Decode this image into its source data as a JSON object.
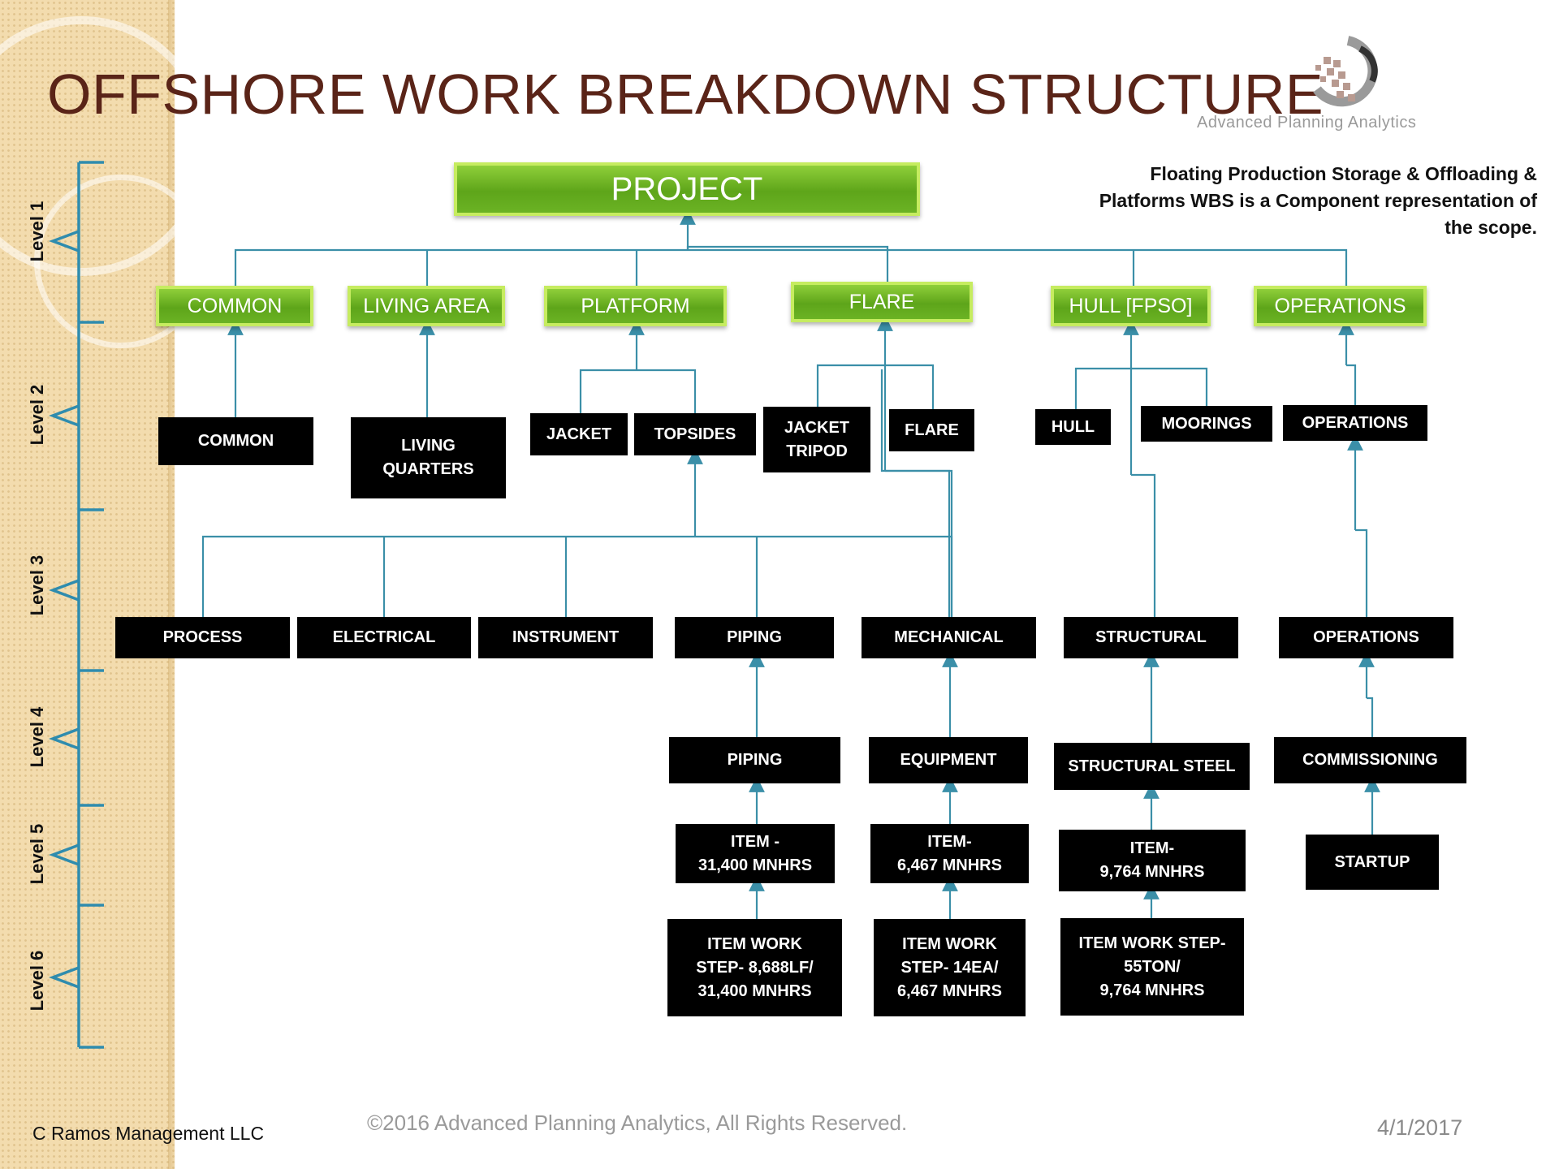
{
  "title": "OFFSHORE WORK BREAKDOWN STRUCTURE",
  "logo_text": "Advanced Planning Analytics",
  "note_lines": [
    "Floating Production Storage & Offloading &",
    "Platforms WBS is a Component representation of",
    "the scope."
  ],
  "levels": [
    "Level 1",
    "Level 2",
    "Level 3",
    "Level 4",
    "Level 5",
    "Level 6"
  ],
  "project": "PROJECT",
  "level2": [
    "COMMON",
    "LIVING AREA",
    "PLATFORM",
    "FLARE",
    "HULL [FPSO]",
    "OPERATIONS"
  ],
  "nodes": {
    "common": "COMMON",
    "living_quarters": "LIVING\nQUARTERS",
    "jacket": "JACKET",
    "topsides": "TOPSIDES",
    "jacket_tripod": "JACKET\nTRIPOD",
    "flare": "FLARE",
    "hull": "HULL",
    "moorings": "MOORINGS",
    "operations_l3": "OPERATIONS",
    "process": "PROCESS",
    "electrical": "ELECTRICAL",
    "instrument": "INSTRUMENT",
    "piping_l4": "PIPING",
    "mechanical": "MECHANICAL",
    "structural": "STRUCTURAL",
    "operations_l4": "OPERATIONS",
    "piping_l5": "PIPING",
    "equipment": "EQUIPMENT",
    "structural_steel": "STRUCTURAL STEEL",
    "commissioning": "COMMISSIONING",
    "item_piping": "ITEM -\n31,400 MNHRS",
    "item_equipment": "ITEM-\n6,467 MNHRS",
    "item_steel": "ITEM-\n9,764 MNHRS",
    "startup": "STARTUP",
    "step_piping": "ITEM WORK\nSTEP- 8,688LF/\n31,400 MNHRS",
    "step_equipment": "ITEM WORK\nSTEP- 14EA/\n6,467 MNHRS",
    "step_steel": "ITEM WORK STEP-\n55TON/\n9,764 MNHRS"
  },
  "footer": {
    "company": "C Ramos Management LLC",
    "copyright": "©2016 Advanced Planning Analytics,  All Rights Reserved.",
    "date": "4/1/2017"
  },
  "colors": {
    "title": "#5a2418",
    "green_box": "#6bb324",
    "connector": "#3b8fa8",
    "bracket": "#2f8cae"
  }
}
